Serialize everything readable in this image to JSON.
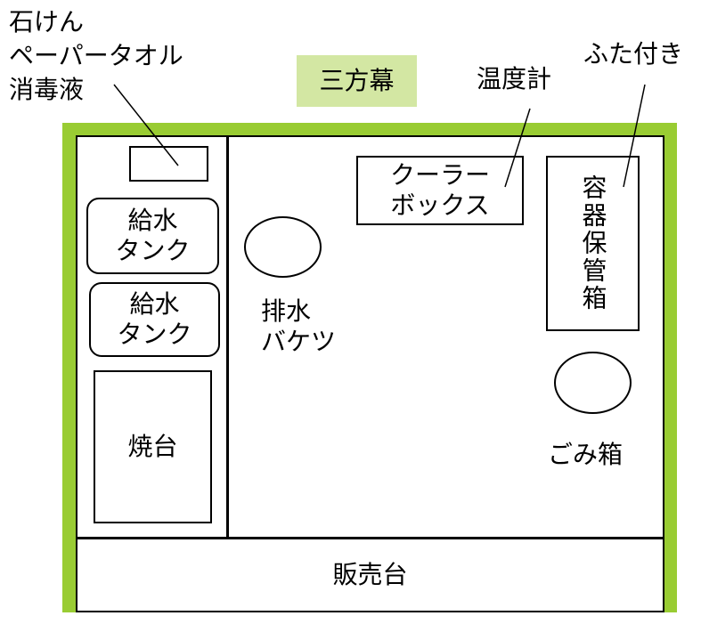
{
  "labels": {
    "soap_line1": "石けん",
    "soap_line2": "ペーパータオル",
    "soap_line3": "消毒液",
    "curtain": "三方幕",
    "thermometer": "温度計",
    "lidded": "ふた付き",
    "cooler_line1": "クーラー",
    "cooler_line2": "ボックス",
    "container": "容器保管箱",
    "tank1_line1": "給水",
    "tank1_line2": "タンク",
    "tank2_line1": "給水",
    "tank2_line2": "タンク",
    "drain_line1": "排水",
    "drain_line2": "バケツ",
    "grill": "焼台",
    "trash": "ごみ箱",
    "counter": "販売台"
  },
  "colors": {
    "curtain_border": "#99cc33",
    "curtain_label_bg": "#d3e7a3"
  }
}
